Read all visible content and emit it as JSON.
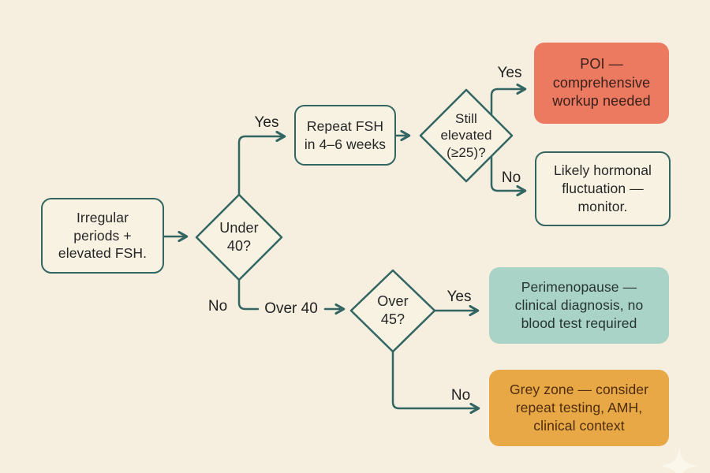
{
  "diagram": {
    "background_color": "#f6efe0",
    "line_color": "#336663",
    "text_color": "#262626",
    "nodes": {
      "start": {
        "type": "process",
        "label": "Irregular\nperiods +\nelevated FSH.",
        "fill": "#f8f2e2"
      },
      "under40": {
        "type": "decision",
        "label": "Under\n40?",
        "fill": "#f8f2e2"
      },
      "repeat_fsh": {
        "type": "process",
        "label": "Repeat FSH\nin 4–6 weeks",
        "fill": "#f8f2e2"
      },
      "still_elevated": {
        "type": "decision",
        "label": "Still\nelevated\n(≥25)?",
        "fill": "#f8f2e2"
      },
      "poi": {
        "type": "outcome",
        "label": "POI —\ncomprehensive\nworkup needed",
        "fill": "#ec7a60"
      },
      "likely_fluctuation": {
        "type": "outcome",
        "label": "Likely hormonal\nfluctuation —\nmonitor.",
        "fill": "#f8f2e2"
      },
      "over45": {
        "type": "decision",
        "label": "Over\n45?",
        "fill": "#f8f2e2"
      },
      "perimenopause": {
        "type": "outcome",
        "label": "Perimenopause —\nclinical diagnosis, no\nblood test required",
        "fill": "#aad3c7"
      },
      "grey_zone": {
        "type": "outcome",
        "label": "Grey zone — consider\nrepeat testing, AMH,\nclinical context",
        "fill": "#e8a845"
      }
    },
    "edge_labels": {
      "under40_yes": "Yes",
      "under40_no": "No",
      "over_40": "Over 40",
      "still_elevated_yes": "Yes",
      "still_elevated_no": "No",
      "over45_yes": "Yes",
      "over45_no": "No"
    }
  }
}
